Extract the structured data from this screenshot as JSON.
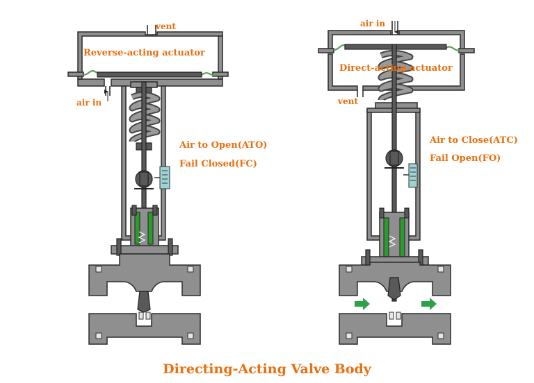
{
  "left_valve": {
    "actuator_label": "Reverse-acting actuator",
    "top_port_label": "vent",
    "bottom_port_label": "air in",
    "action_label": "Air to Open(ATO)",
    "fail_label": "Fail Closed(FC)"
  },
  "right_valve": {
    "actuator_label": "Direct-acting actuator",
    "top_port_label": "air in",
    "bottom_port_label": "vent",
    "action_label": "Air to Close(ATC)",
    "fail_label": "Fail Open(FO)"
  },
  "caption": "Directing-Acting Valve Body",
  "colors": {
    "label": "#e8700f",
    "metal": "#8f8f8f",
    "diaphragm": "#5aa05a",
    "packing": "#2e9a2e",
    "flow_arrow": "#2ca24a",
    "indicator": "#9fd3cf"
  }
}
